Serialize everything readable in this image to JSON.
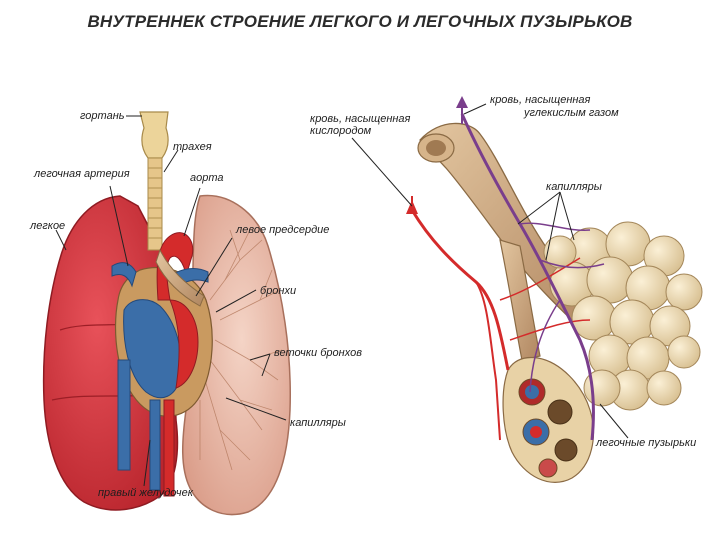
{
  "title": "ВНУТРЕННЕК СТРОЕНИЕ ЛЕГКОГО И ЛЕГОЧНЫХ ПУЗЫРЬКОВ",
  "left_labels": {
    "larynx": "гортань",
    "trachea": "трахея",
    "pulmonary_artery": "легочная артерия",
    "aorta": "аорта",
    "lung": "легкое",
    "left_atrium": "левое предсердие",
    "bronchi": "бронхи",
    "bronchioles": "веточки бронхов",
    "capillaries": "капилляры",
    "right_ventricle": "правый желудочек"
  },
  "right_labels": {
    "oxygenated_blood_1": "кровь, насыщенная",
    "oxygenated_blood_2": "кислородом",
    "co2_blood_1": "кровь, насыщенная",
    "co2_blood_2": "углекислым газом",
    "capillaries": "капилляры",
    "alveoli": "легочные пузырьки"
  },
  "colors": {
    "lung_red": "#d8303a",
    "lung_pink": "#e9b7a5",
    "vein_blue": "#3b6ea8",
    "artery_red": "#d42b2b",
    "bronchus_tan": "#c9a27a",
    "capillary_purple": "#7a3e8c",
    "alveoli_cream": "#efdcb4"
  }
}
